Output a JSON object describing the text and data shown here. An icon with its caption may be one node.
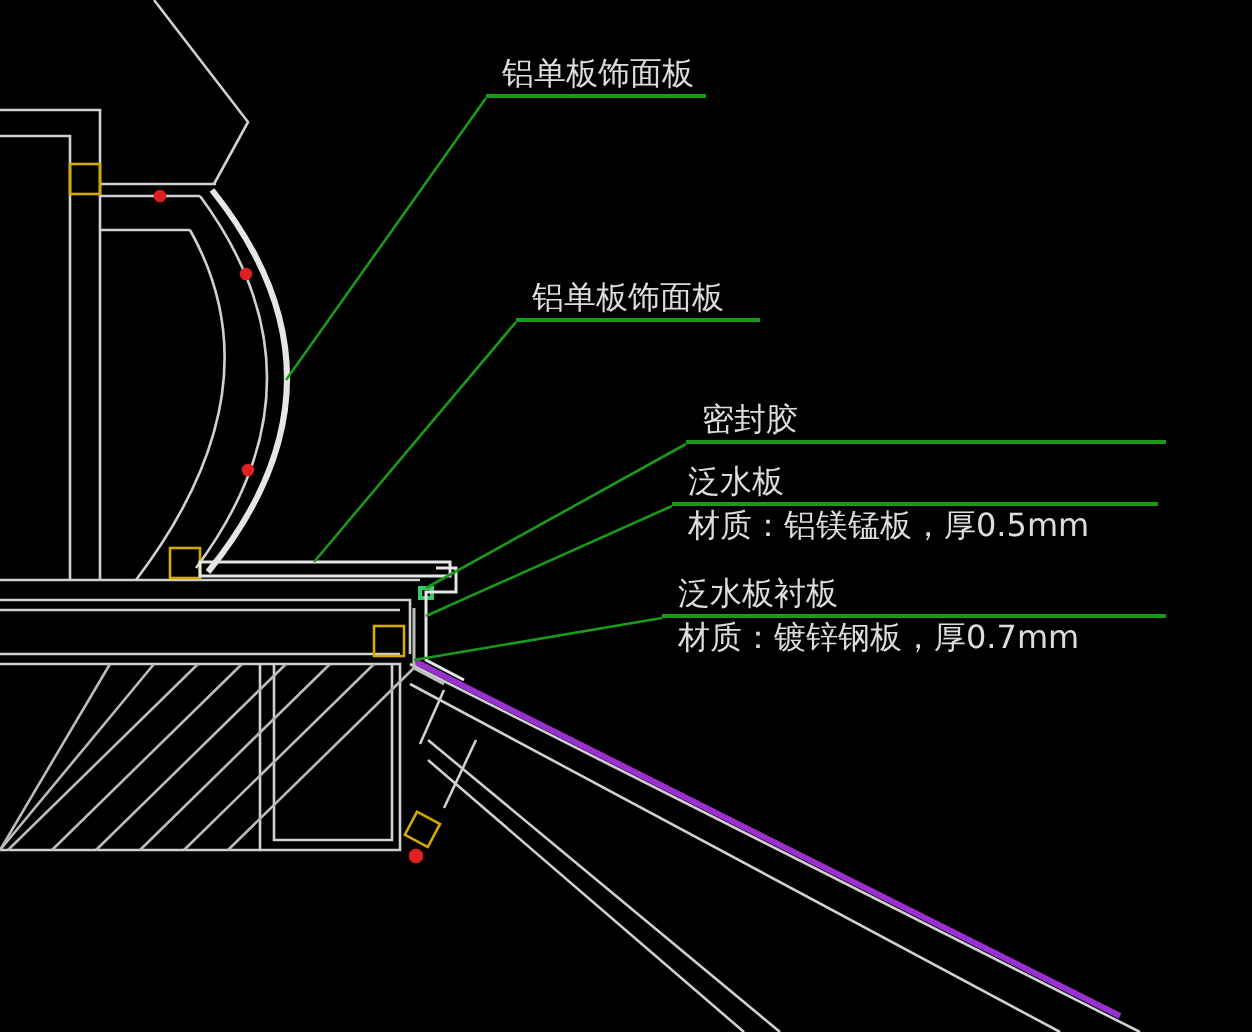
{
  "diagram": {
    "nodes": [
      {
        "text": [
          "铝单板饰面板"
        ]
      },
      {
        "text": [
          "铝单板饰面板"
        ]
      },
      {
        "text": [
          "密封胶"
        ]
      },
      {
        "text": [
          "泛水板",
          "材质：铝镁锰板，厚0.5mm"
        ]
      },
      {
        "text": [
          "泛水板衬板",
          "材质：镀锌钢板，厚0.7mm"
        ]
      },
      {
        "text": [],
        "shape": "bar"
      },
      {
        "text": [],
        "shape": "bar"
      },
      {
        "text": [],
        "shape": "bar"
      },
      {
        "text": [],
        "shape": "bar"
      },
      {
        "text": [],
        "shape": "bar"
      }
    ],
    "edges": [
      {
        "from": 0,
        "to": 5,
        "arrow": "none"
      },
      {
        "from": 1,
        "to": 6,
        "arrow": "none"
      },
      {
        "from": 2,
        "to": 7,
        "arrow": "none"
      },
      {
        "from": 3,
        "to": 8,
        "arrow": "none"
      },
      {
        "from": 4,
        "to": 9,
        "arrow": "none"
      }
    ]
  }
}
